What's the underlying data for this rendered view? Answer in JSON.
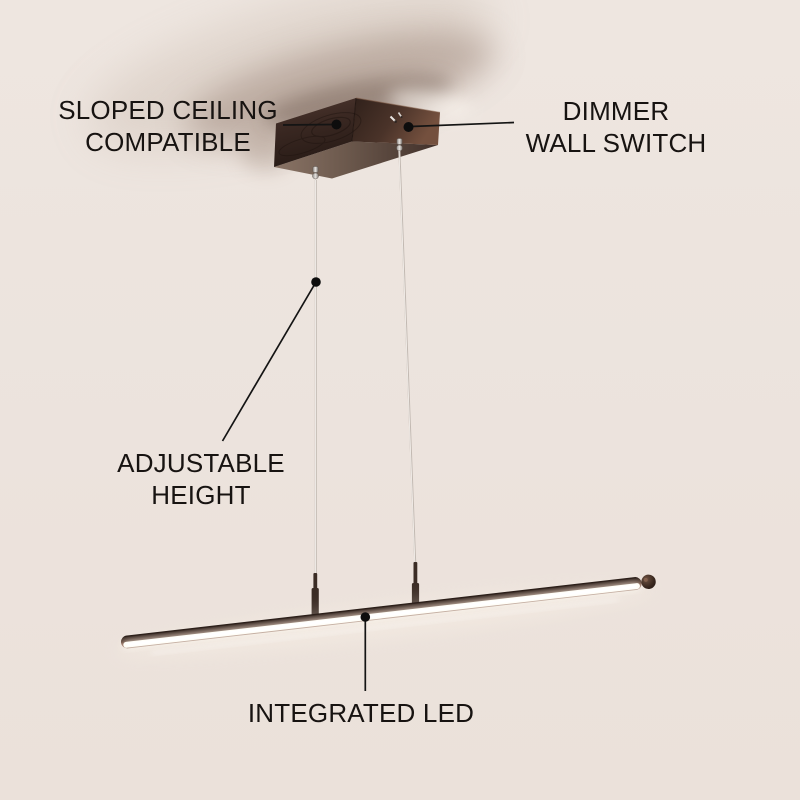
{
  "product": {
    "name": "linear LED pendant light with wood canopy",
    "scene": "ceiling-mounted wooden canopy with two suspension cables holding a slim linear LED bar"
  },
  "callouts": {
    "sloped_ceiling": {
      "lines": [
        "SLOPED CEILING",
        "COMPATIBLE"
      ]
    },
    "dimmer": {
      "lines": [
        "DIMMER",
        "WALL SWITCH"
      ]
    },
    "adjustable_height": {
      "lines": [
        "ADJUSTABLE",
        "HEIGHT"
      ]
    },
    "integrated_led": {
      "lines": [
        "INTEGRATED LED"
      ]
    }
  },
  "colors": {
    "background": "#ece3dd",
    "label_text": "#171311",
    "leader_line": "#141414",
    "wood_dark": "#2c1e18",
    "wood_mid": "#4a332b",
    "wood_lit": "#6f4b3b",
    "canopy_underside": "#7d6a5f",
    "cable_silver": "#c9c0ba",
    "bar_bronze": "#5f4438",
    "led_white": "#fffef8"
  }
}
